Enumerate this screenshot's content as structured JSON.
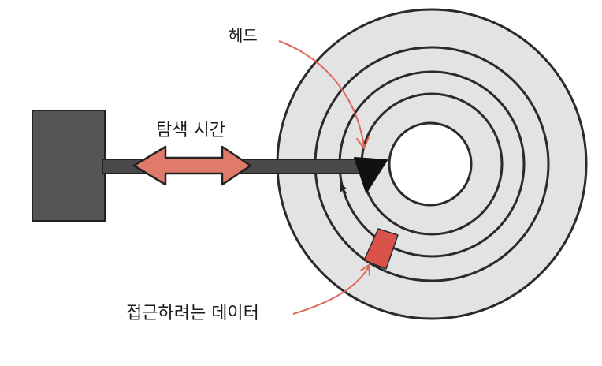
{
  "labels": {
    "head": "헤드",
    "seek_time": "탐색 시간",
    "target_data": "접근하려는 데이터"
  },
  "colors": {
    "platter": "#e3e3e3",
    "outline": "#2a2a2a",
    "actuator": "#555555",
    "arm": "#4a4a4a",
    "head": "#111111",
    "arrow_fill": "#e07b6b",
    "sector": "#d9534a",
    "pointer": "#e06858"
  }
}
